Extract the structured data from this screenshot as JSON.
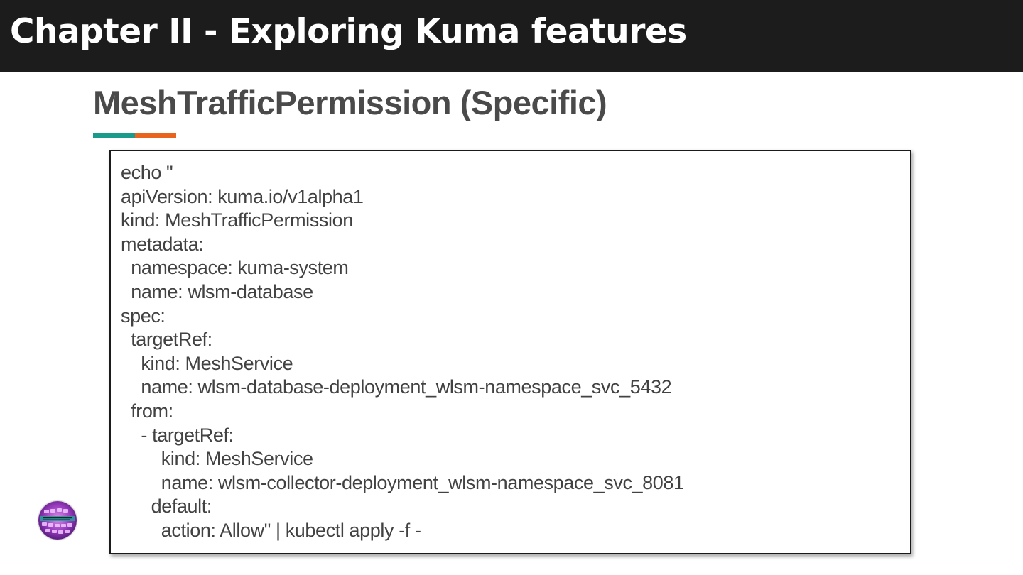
{
  "header": {
    "chapter_title": "Chapter II - Exploring Kuma features"
  },
  "slide": {
    "title": "MeshTrafficPermission (Specific)"
  },
  "code_block": {
    "lines": [
      "echo \"",
      "apiVersion: kuma.io/v1alpha1",
      "kind: MeshTrafficPermission",
      "metadata:",
      "  namespace: kuma-system",
      "  name: wlsm-database",
      "spec:",
      "  targetRef:",
      "    kind: MeshService",
      "    name: wlsm-database-deployment_wlsm-namespace_svc_5432",
      "  from:",
      "    - targetRef:",
      "        kind: MeshService",
      "        name: wlsm-collector-deployment_wlsm-namespace_svc_8081",
      "      default:",
      "        action: Allow\" | kubectl apply -f -"
    ]
  },
  "logo": {
    "icon": "keyboard-logo-icon"
  },
  "colors": {
    "header_background": "#1c1c1c",
    "header_text": "#ffffff",
    "title_text": "#4a4a4a",
    "accent_teal": "#1a9a8a",
    "accent_orange": "#e8641e",
    "code_text": "#424242"
  }
}
